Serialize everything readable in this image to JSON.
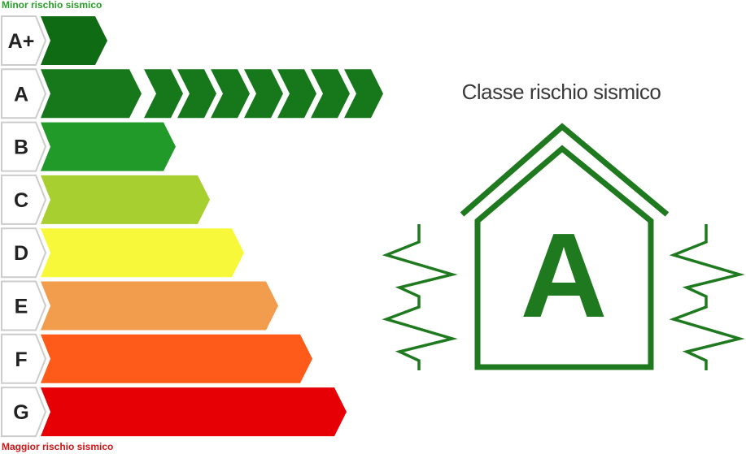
{
  "captions": {
    "top": "Minor rischio sismico",
    "bottom": "Maggior rischio sismico"
  },
  "title": "Classe rischio sismico",
  "selected_class": "A",
  "chart_data": {
    "type": "bar",
    "categories": [
      "A+",
      "A",
      "B",
      "C",
      "D",
      "E",
      "F",
      "G"
    ],
    "values": [
      1,
      2,
      3,
      4,
      5,
      6,
      7,
      8
    ],
    "colors": [
      "#0f6b14",
      "#16781b",
      "#219a29",
      "#a6cf2f",
      "#f8f83a",
      "#f29c4d",
      "#fe5a19",
      "#e60005"
    ],
    "highlighted": "A",
    "highlight_color": "#16781b",
    "stroke_color": "#cccccc"
  },
  "house": {
    "color": "#1f7a1f",
    "letter_color": "#1f7a1f"
  }
}
